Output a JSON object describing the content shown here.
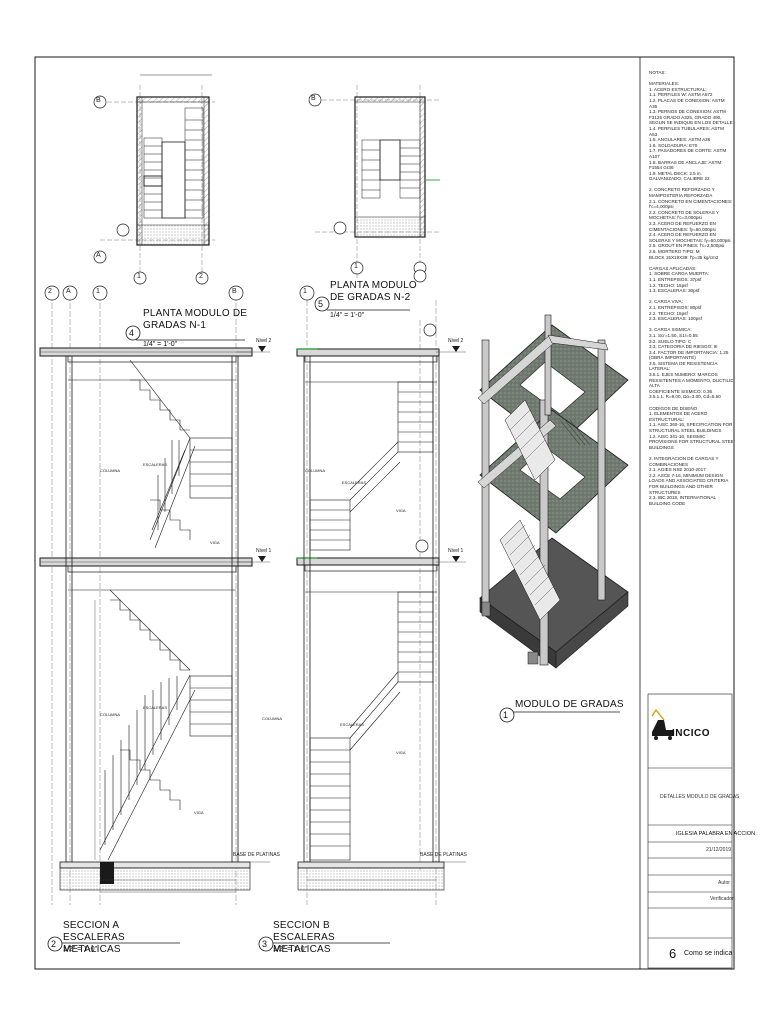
{
  "views": {
    "plan1": {
      "number": "4",
      "title": "PLANTA MODULO DE GRADAS N-1",
      "scale": "1/4\" = 1'-0\""
    },
    "plan2": {
      "number": "5",
      "title": "PLANTA MODULO DE GRADAS N-2",
      "scale": "1/4\" = 1'-0\""
    },
    "iso": {
      "number": "1",
      "title": "MODULO DE GRADAS"
    },
    "secA": {
      "number": "2",
      "title": "SECCION A ESCALERAS METALICAS",
      "scale": "1/2\" = 1'-0\""
    },
    "secB": {
      "number": "3",
      "title": "SECCION B ESCALERAS METALICAS",
      "scale": "1/2\" = 1'-0\""
    }
  },
  "levels": {
    "nivel2": "Nivel 2",
    "nivel1": "Nivel 1",
    "base": "BASE DE PLATINAS"
  },
  "grid": {
    "a": "A",
    "b": "B",
    "one": "1",
    "two": "2"
  },
  "labels": {
    "columna": "COLUMNA",
    "escalera": "ESCALERAS",
    "viga": "VIGA"
  },
  "notes": [
    "NOTAS:",
    "",
    "MATERIALES:",
    "1.    ACERO ESTRUCTURAL:",
    "1.1.   PERFILES W: ASTM A572",
    "1.2.   PLACAS DE CONEXION: ASTM",
    "A36",
    "1.3.   PERNOS DE CONEXION: ASTM",
    "F3125 GRADO A325, GRADO 490,",
    "SEGUN SE INDIQUE EN LOS DETALLES",
    "1.4.   PERFILES TUBULARES: ASTM",
    "A53",
    "1.5.   ANGULARES: ASTM A36",
    "1.6.   SOLDADURA: E70",
    "1.7.   PASADORES DE CORTE: ASTM",
    "A107",
    "1.8.   BARRAS DE ANCLAJE: ASTM",
    "F1554 Gr36",
    "1.9.   METAL DECK: 2.5 in.",
    "GALVANIZADO, CALIBRE 22",
    "",
    "2.    CONCRETO REFORZADO Y",
    "MAMPOSTERIA REFORZADA",
    "2.1.   CONCRETO EN CIMENTACIONES:",
    "f'c=4,000psi",
    "2.2.   CONCRETO DE SOLERAS Y",
    "MOCHETAS: f'c=3,000psi",
    "2.3.   ACERO DE REFUERZO EN",
    "CIMENTACIONES: fy=60,000psi",
    "2.4.   ACERO DE REFUERZO EN",
    "SOLERAS Y MOCHETAS: fy=60,000psi",
    "2.5.   GROUT EN PINES: f'c=2,500psi",
    "2.6.   MORTERO TIPO: M",
    "BLOCK 15X19X39: f'p=35 kg/cm2",
    "",
    "CARGAS APLICADAS:",
    "1.    SOBRE CARGA MUERTA:",
    "1.1.   ENTREPISOS: 37psf",
    "1.2.   TECHO: 15psf",
    "1.3.   ESCALERAS: 30psf",
    "",
    "2.    CARGA VIVA:",
    "2.1.   ENTREPISOS: 80psf",
    "2.2.   TECHO: 15psf",
    "2.3.   ESCALERAS: 100psf",
    "",
    "3.    CARGA SISMICA:",
    "3.1.   Scr=1.50, S1r=0.55",
    "3.2.   SUELO TIPO: C",
    "3.3.   CATEGORIA DE RIESGO: III",
    "3.4.   FACTOR DE IMPORTANCIA: 1.25",
    "(OBRA IMPORTANTE)",
    "3.5.   SISTEMA DE RESISTENCIA",
    "LATERAL:",
    "3.5.1. EJES NUMERO: MARCOS",
    "RESISTENTES A MOMENTO, DUCTILIDAD",
    "ALTA",
    "COEFICIENTE SISMICO: 0.36",
    "3.5.1.1.   R=8.00, Ωo=3.00, Cd=5.50",
    "",
    "CODIGOS DE DISEÑO",
    "1.    ELEMENTOS DE ACERO",
    "ESTRUCTURAL:",
    "1.1.   AISC 360-16, SPECIFICATION FOR",
    "STRUCTURAL STEEL BUILDINGS",
    "1.2.   AISC 341-16, SEISMIC",
    "PROVISIONS FOR STRUCTURAL STEEL",
    "BUILDINGS",
    "",
    "2.    INTEGRACION DE CARGAS Y",
    "COMBINACIONES",
    "2.1.   AGIES NSE 2010-2017",
    "2.2.   ASCE 7-16, MINIMUM DESIGN",
    "LOADS AND ASSOCIATED CRITERIA",
    "FOR BUILDINGS AND OTHER",
    "STRUCTURES",
    "2.3.   IBC 2018, INTERNATIONAL",
    "BUILDING CODE"
  ],
  "titleblock": {
    "company": "INCICO",
    "sheet_title": "DETALLES MODULO DE GRADAS",
    "project": "IGLESIA PALABRA EN ACCION",
    "date": "21/12/2019",
    "sheet_number": "6",
    "scale_note": "Como se indica",
    "autor": "Autor",
    "verificador": "Verificador"
  },
  "colors": {
    "line": "#1a1a1a",
    "concrete": "#8a8a8a",
    "deck": "#6e7b6e",
    "green": "#3fa64a",
    "accent": "#c9a400"
  }
}
